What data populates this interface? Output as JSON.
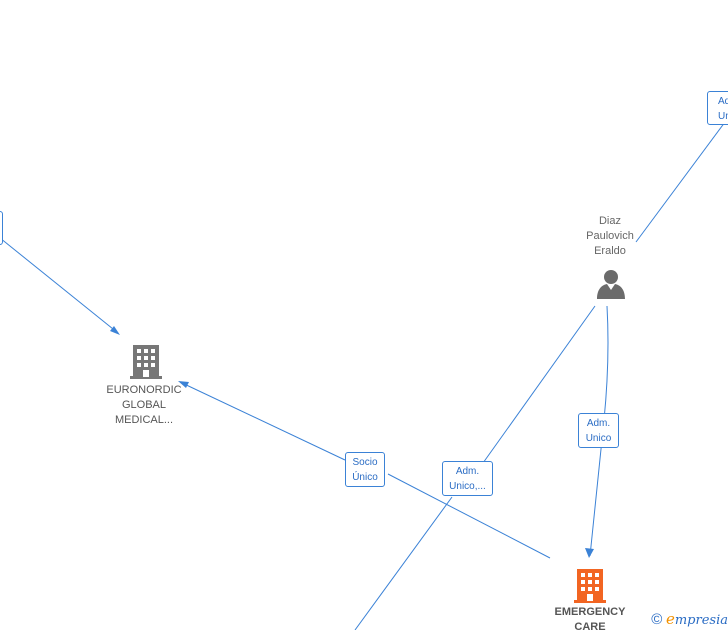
{
  "nodes": {
    "person": {
      "lines": [
        "Diaz",
        "Paulovich",
        "Eraldo"
      ],
      "icon": "person-icon"
    },
    "euronordic": {
      "lines": [
        "EURONORDIC",
        "GLOBAL",
        "MEDICAL..."
      ],
      "icon": "building-icon",
      "color": "#777777"
    },
    "emergency": {
      "lines": [
        "EMERGENCY",
        "CARE"
      ],
      "icon": "building-icon",
      "color": "#f26522"
    }
  },
  "edge_labels": {
    "top_right": [
      "Ad",
      "Uni"
    ],
    "person_emergency": [
      "Adm.",
      "Unico"
    ],
    "socio": [
      "Socio",
      "Único"
    ],
    "adm_unico_trunc": [
      "Adm.",
      "Unico,..."
    ]
  },
  "brand": {
    "copyright": "©",
    "e": "e",
    "rest": "mpresia"
  },
  "colors": {
    "edge": "#3b82d6",
    "highlight": "#f26522",
    "neutral": "#777777"
  }
}
